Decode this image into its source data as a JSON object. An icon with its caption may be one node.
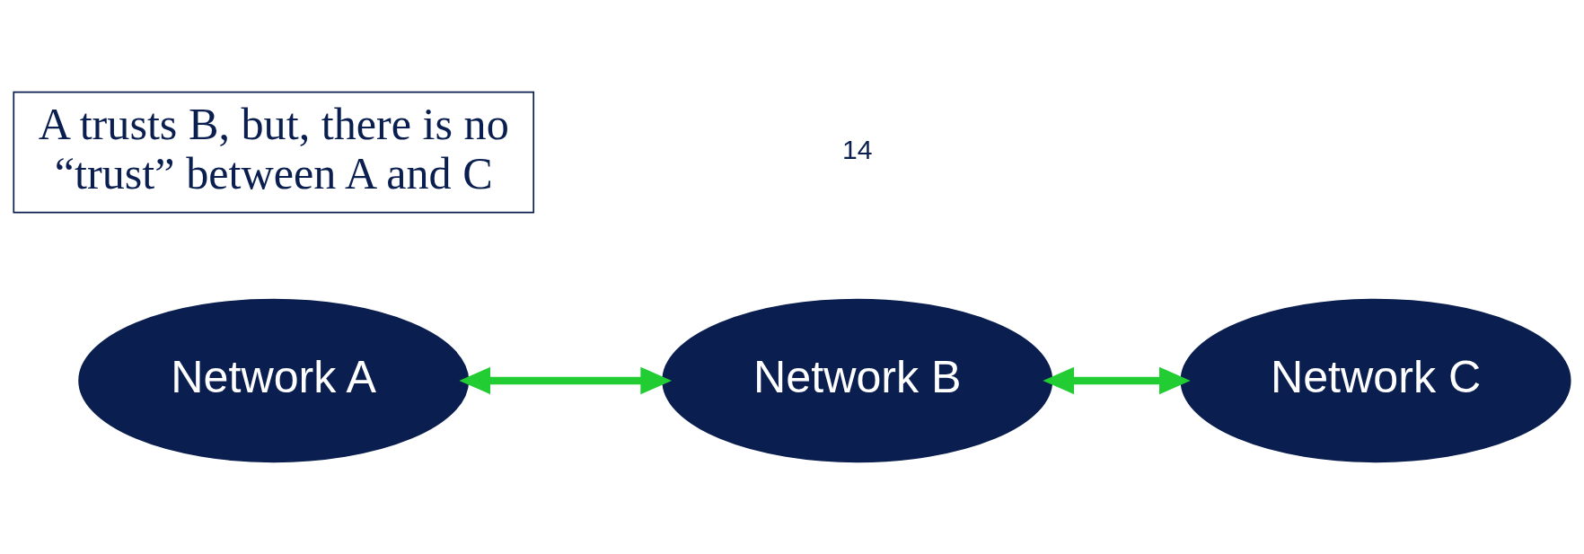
{
  "diagram": {
    "nodes": [
      {
        "text": [
          "Network A"
        ]
      },
      {
        "text": [
          "Network B"
        ]
      },
      {
        "text": [
          "Network C"
        ]
      },
      {
        "text": [
          "A trusts B, but, there is no “trust” between A and C"
        ]
      }
    ],
    "edges": [
      {
        "from": 0,
        "to": 1,
        "arrow": "both"
      },
      {
        "from": 1,
        "to": 2,
        "arrow": "both"
      }
    ],
    "labels": [
      "14"
    ]
  }
}
